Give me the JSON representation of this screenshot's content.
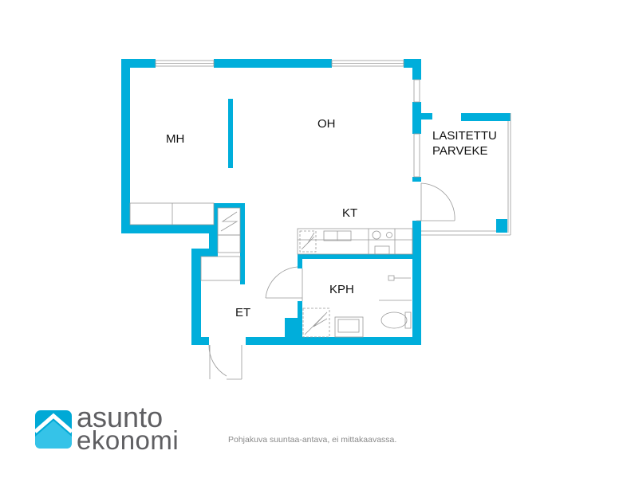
{
  "rooms": {
    "mh": "MH",
    "oh": "OH",
    "balcony_line1": "LASITETTU",
    "balcony_line2": "PARVEKE",
    "kt": "KT",
    "kph": "KPH",
    "et": "ET"
  },
  "brand": {
    "line1": "asunto",
    "line2": "ekonomi"
  },
  "disclaimer": "Pohjakuva suuntaa-antava, ei mittakaavassa.",
  "colors": {
    "wall": "#00aedb",
    "logo_dark": "#00a9d6",
    "logo_light": "#35c3e8",
    "text": "#5f5f62"
  }
}
